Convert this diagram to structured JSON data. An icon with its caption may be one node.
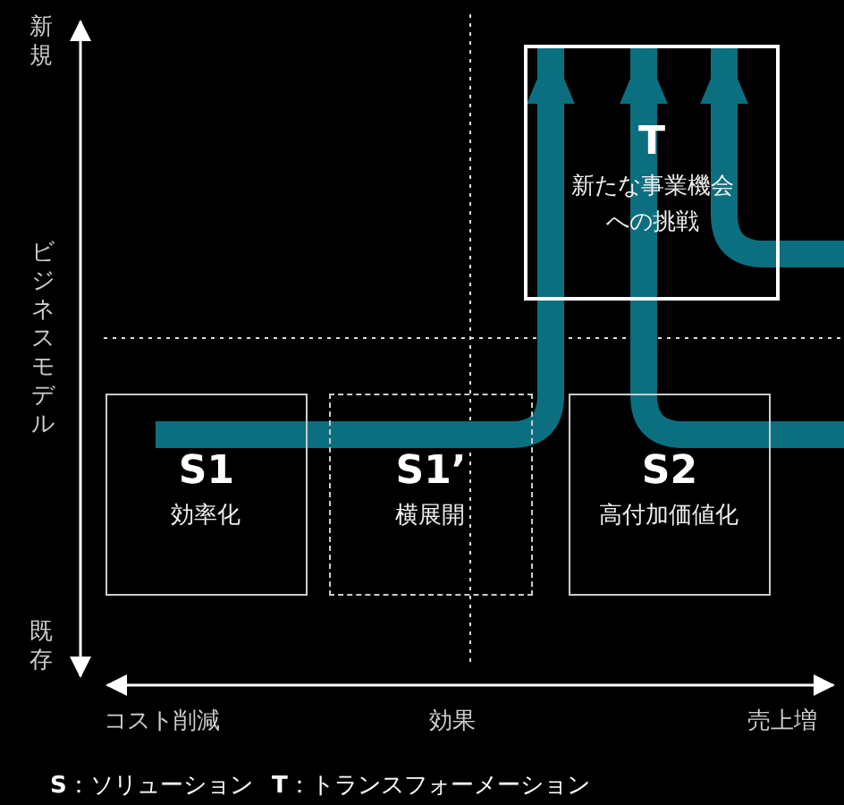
{
  "diagram": {
    "nodes": [
      {
        "text": [
          "T",
          "新たな事業機会への挑戦"
        ]
      },
      {
        "text": [
          "S1",
          "効率化"
        ]
      },
      {
        "text": [
          "S1’",
          "横展開"
        ]
      },
      {
        "text": [
          "S2",
          "高付加価値化"
        ]
      }
    ],
    "edges": [
      {
        "from": 1,
        "to": 2,
        "arrow": "none"
      },
      {
        "from": 2,
        "to": 0,
        "arrow": "to"
      },
      {
        "from": null,
        "to": 0,
        "arrow": "to"
      },
      {
        "from": null,
        "to": 0,
        "arrow": "to"
      }
    ],
    "labels": [
      "新規",
      "ビジネスモデル",
      "既存",
      "コスト削減",
      "効果",
      "売上増",
      "**S**：ソリューション",
      "**T**：トランスフォーメーション"
    ]
  }
}
